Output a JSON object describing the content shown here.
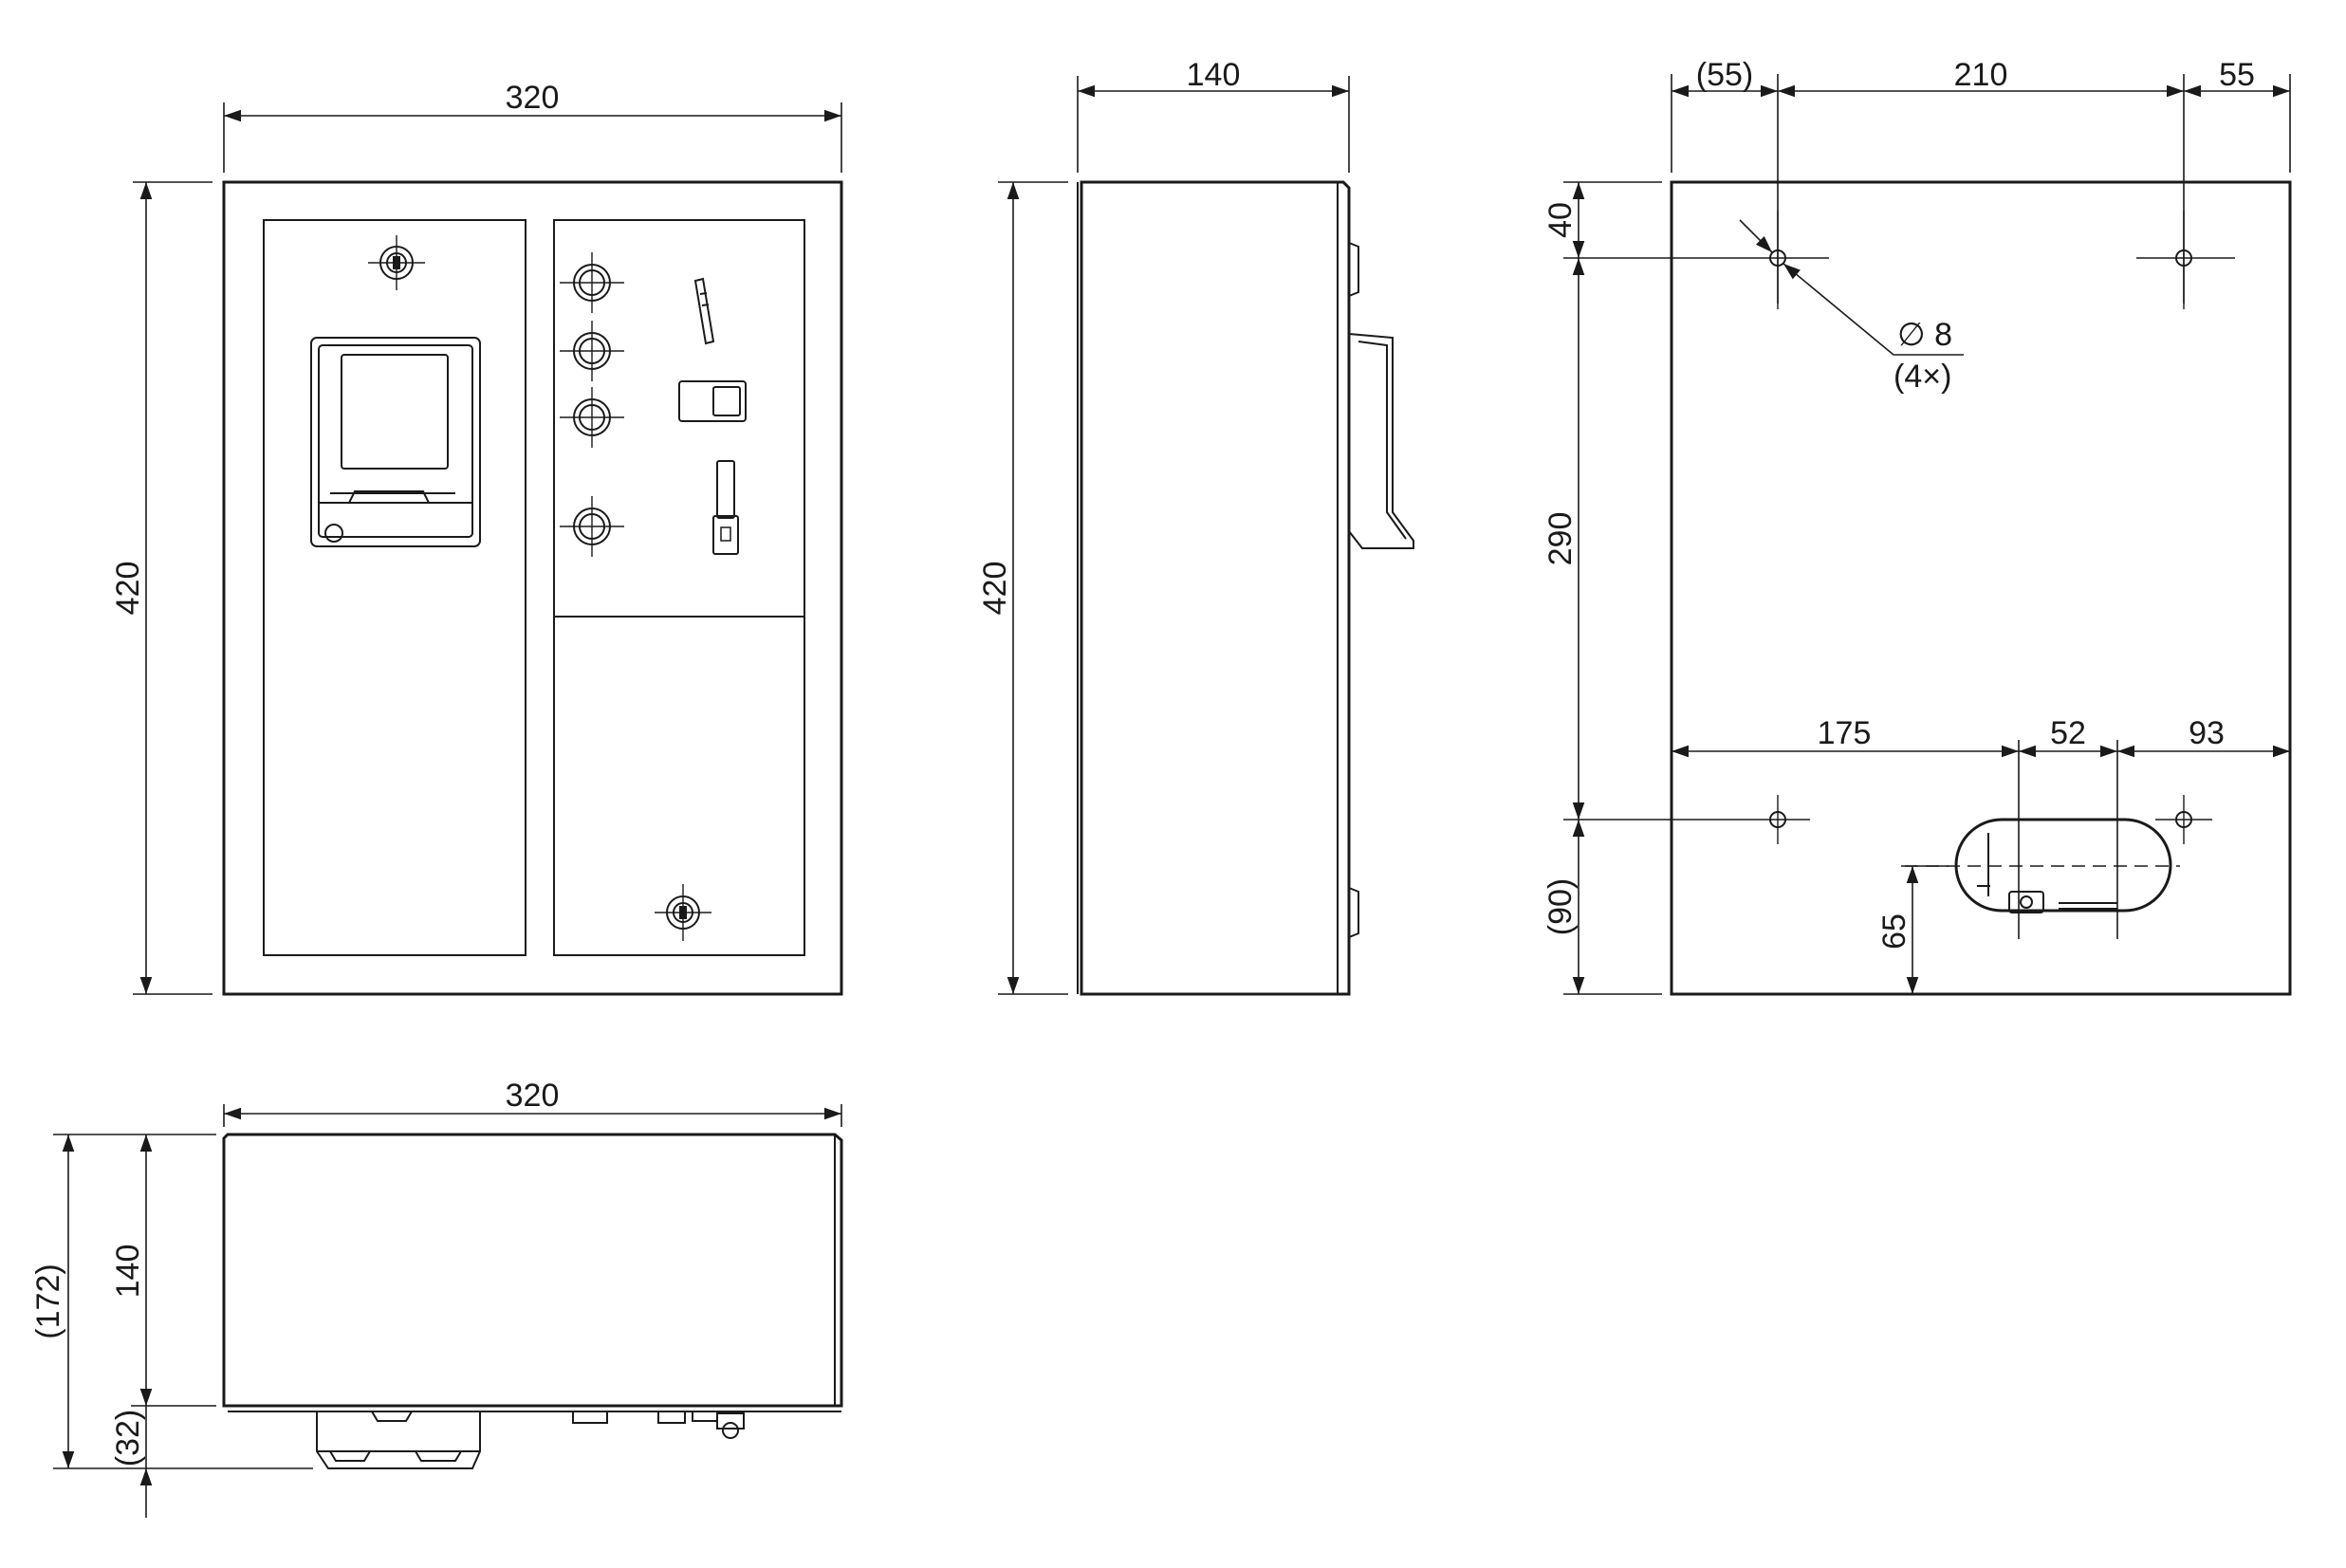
{
  "front_view": {
    "width_label": "320",
    "height_label": "420"
  },
  "side_view": {
    "depth_label": "140",
    "height_label": "420"
  },
  "rear_view": {
    "left_offset_label": "(55)",
    "hole_spacing_label": "210",
    "right_offset_label": "55",
    "top_offset_label": "40",
    "hole_vertical_label": "290",
    "bottom_offset_label": "(90)",
    "hole_diameter_label": "∅ 8",
    "hole_count_label": "(4×)",
    "cutout_left_label": "175",
    "cutout_width_label": "52",
    "cutout_right_label": "93",
    "cutout_height_label": "65"
  },
  "bottom_view": {
    "width_label": "320",
    "depth_label": "140",
    "total_depth_label": "(172)",
    "protrusion_label": "(32)"
  }
}
